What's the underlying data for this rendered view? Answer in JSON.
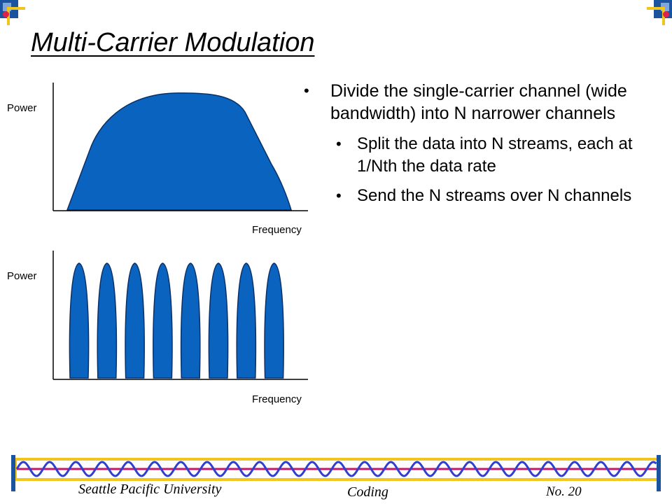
{
  "slide": {
    "title": "Multi-Carrier Modulation",
    "bullets": [
      {
        "text": "Divide the single-carrier channel (wide bandwidth) into N narrower channels",
        "level": 1
      },
      {
        "text": "Split the data into N streams, each at 1/Nth the data rate",
        "level": 2
      },
      {
        "text": "Send the N streams over N channels",
        "level": 2
      }
    ]
  },
  "diagrams": {
    "top": {
      "y_label": "Power",
      "x_label": "Frequency"
    },
    "bottom": {
      "y_label": "Power",
      "x_label": "Frequency",
      "carrier_count": 8
    }
  },
  "footer": {
    "university": "Seattle Pacific University",
    "course": "Coding",
    "page": "No. 20"
  },
  "colors": {
    "spectrum_fill": "#0b63c0",
    "spectrum_edge": "#0a2f66",
    "frame_blue": "#1a53a0",
    "frame_gold": "#f2c51c",
    "wave_blue": "#2f3fd0",
    "wave_line": "#c0186a"
  }
}
